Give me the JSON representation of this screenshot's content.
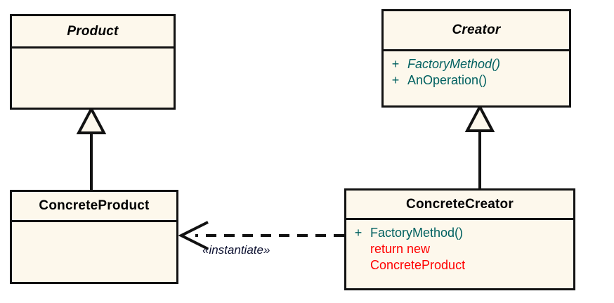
{
  "diagram": {
    "type": "uml-class-diagram",
    "pattern_name": "Factory Method",
    "background_color": "#FFFFFF",
    "class_fill_color": "#FDF8EC",
    "border_color": "#121212",
    "member_text_color": "#006060",
    "note_text_color": "#FF0000",
    "stereotype_text_color": "#0C1030"
  },
  "classes": {
    "product": {
      "name": "Product",
      "abstract": true,
      "members": []
    },
    "creator": {
      "name": "Creator",
      "abstract": true,
      "members": [
        {
          "visibility": "+",
          "label": "FactoryMethod()",
          "abstract": true
        },
        {
          "visibility": "+",
          "label": "AnOperation()",
          "abstract": false
        }
      ]
    },
    "concrete_product": {
      "name": "ConcreteProduct",
      "abstract": false,
      "members": []
    },
    "concrete_creator": {
      "name": "ConcreteCreator",
      "abstract": false,
      "members": [
        {
          "visibility": "+",
          "label": "FactoryMethod()",
          "abstract": false
        }
      ],
      "notes": [
        "return new",
        "ConcreteProduct"
      ]
    }
  },
  "relationships": {
    "product_generalization": {
      "kind": "generalization",
      "from": "ConcreteProduct",
      "to": "Product",
      "label": ""
    },
    "creator_generalization": {
      "kind": "generalization",
      "from": "ConcreteCreator",
      "to": "Creator",
      "label": ""
    },
    "instantiate_dependency": {
      "kind": "dependency",
      "from": "ConcreteCreator",
      "to": "ConcreteProduct",
      "label": "«instantiate»"
    }
  }
}
